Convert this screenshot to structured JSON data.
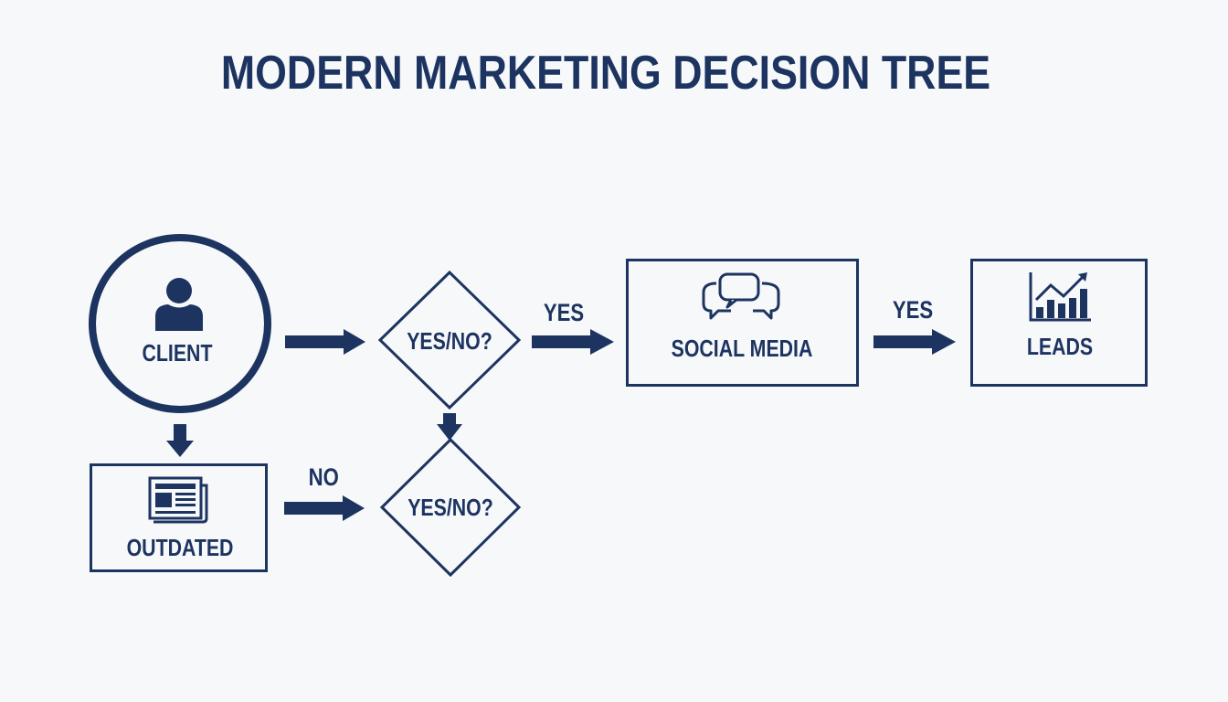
{
  "title": "MODERN MARKETING DECISION TREE",
  "nodes": {
    "client": {
      "label": "CLIENT",
      "icon": "person-icon",
      "shape": "circle"
    },
    "decision1": {
      "label": "YES/NO?",
      "shape": "diamond"
    },
    "social_media": {
      "label": "SOCIAL MEDIA",
      "icon": "chat-bubbles-icon",
      "shape": "rectangle"
    },
    "leads": {
      "label": "LEADS",
      "icon": "growth-chart-icon",
      "shape": "rectangle"
    },
    "outdated": {
      "label": "OUTDATED",
      "icon": "newspaper-icon",
      "shape": "rectangle"
    },
    "decision2": {
      "label": "YES/NO?",
      "shape": "diamond"
    }
  },
  "edges": [
    {
      "from": "client",
      "to": "decision1",
      "label": ""
    },
    {
      "from": "decision1",
      "to": "social_media",
      "label": "YES"
    },
    {
      "from": "social_media",
      "to": "leads",
      "label": "YES"
    },
    {
      "from": "client",
      "to": "outdated",
      "label": ""
    },
    {
      "from": "outdated",
      "to": "decision2",
      "label": "NO"
    },
    {
      "from": "decision1",
      "to": "decision2",
      "label": ""
    }
  ],
  "edge_labels": {
    "d1_to_social": "YES",
    "social_to_leads": "YES",
    "outdated_to_d2": "NO"
  },
  "colors": {
    "primary": "#1d3461",
    "background": "#f6f8fa"
  }
}
